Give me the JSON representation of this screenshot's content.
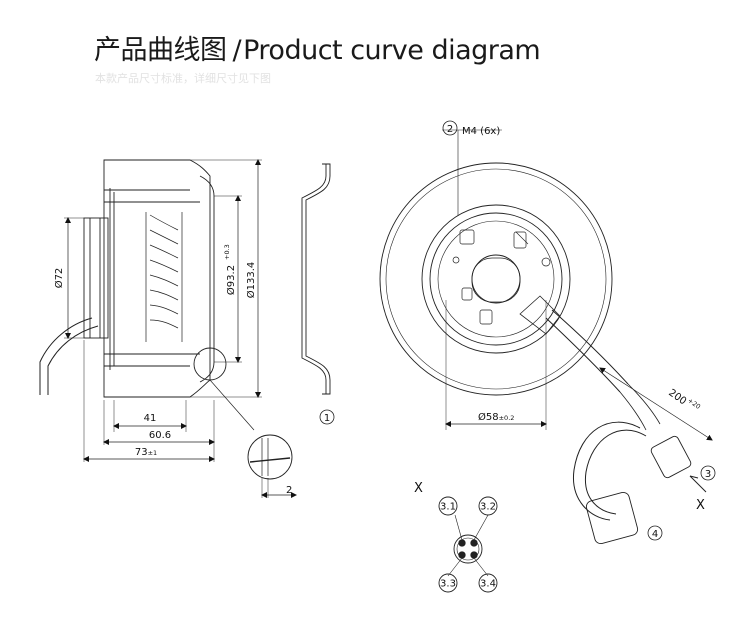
{
  "header": {
    "title_cn": "产品曲线图",
    "separator": "/",
    "title_en": "Product curve diagram",
    "subtitle": "本款产品尺寸标准，详细尺寸见下图"
  },
  "side_view": {
    "dim_hub_diameter": "Ø72",
    "dim_inlet_diameter": "Ø93.2",
    "dim_inlet_tolerance": "+0.3",
    "dim_outer_diameter": "Ø133.4",
    "dim_depth_1": "41",
    "dim_depth_2": "60.6",
    "dim_overall": "73",
    "dim_overall_tolerance": "±1",
    "detail_dim": "2"
  },
  "inlet_ring": {
    "callout": "1"
  },
  "front_view": {
    "callout_2": "2",
    "thread_label": "M4 (6x)",
    "dim_bolt_circle": "Ø58",
    "dim_bolt_tolerance": "±0.2",
    "dim_cable_length": "200",
    "dim_cable_tolerance": "+20",
    "callout_3": "3",
    "callout_4": "4",
    "section_x": "X"
  },
  "connector_view": {
    "label_x": "X",
    "pins": [
      "3.1",
      "3.2",
      "3.3",
      "3.4"
    ]
  }
}
